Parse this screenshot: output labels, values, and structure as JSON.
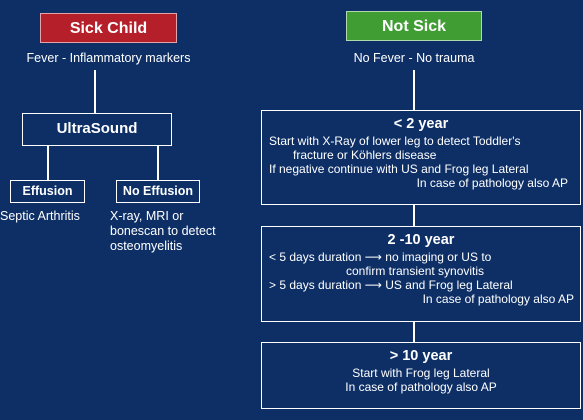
{
  "colors": {
    "background": "#0d2f66",
    "sick_header": "#b51f2a",
    "not_sick_header": "#3f9d33",
    "text": "#ffffff"
  },
  "left": {
    "header": "Sick Child",
    "subtitle": "Fever - Inflammatory markers",
    "ultrasound": "UltraSound",
    "effusion": {
      "label": "Effusion",
      "result": "Septic Arthritis"
    },
    "no_effusion": {
      "label": "No Effusion",
      "result_lines": [
        "X-ray, MRI or",
        "bonescan to detect",
        "osteomyelitis"
      ]
    }
  },
  "right": {
    "header": "Not Sick",
    "subtitle": "No Fever - No trauma",
    "boxes": [
      {
        "title": "< 2 year",
        "lines": [
          "Start with X-Ray of lower leg to detect Toddler's",
          "fracture or Köhlers disease",
          "If negative continue with US and Frog leg Lateral",
          "In case of pathology also AP"
        ]
      },
      {
        "title": "2 -10 year",
        "lines": [
          "< 5 days duration ⟶ no imaging or US to",
          "confirm transient synovitis",
          "> 5 days duration ⟶ US and Frog leg Lateral",
          "In case of pathology also AP"
        ]
      },
      {
        "title": "> 10 year",
        "lines": [
          "Start with Frog leg Lateral",
          "In case of pathology also AP"
        ]
      }
    ]
  }
}
